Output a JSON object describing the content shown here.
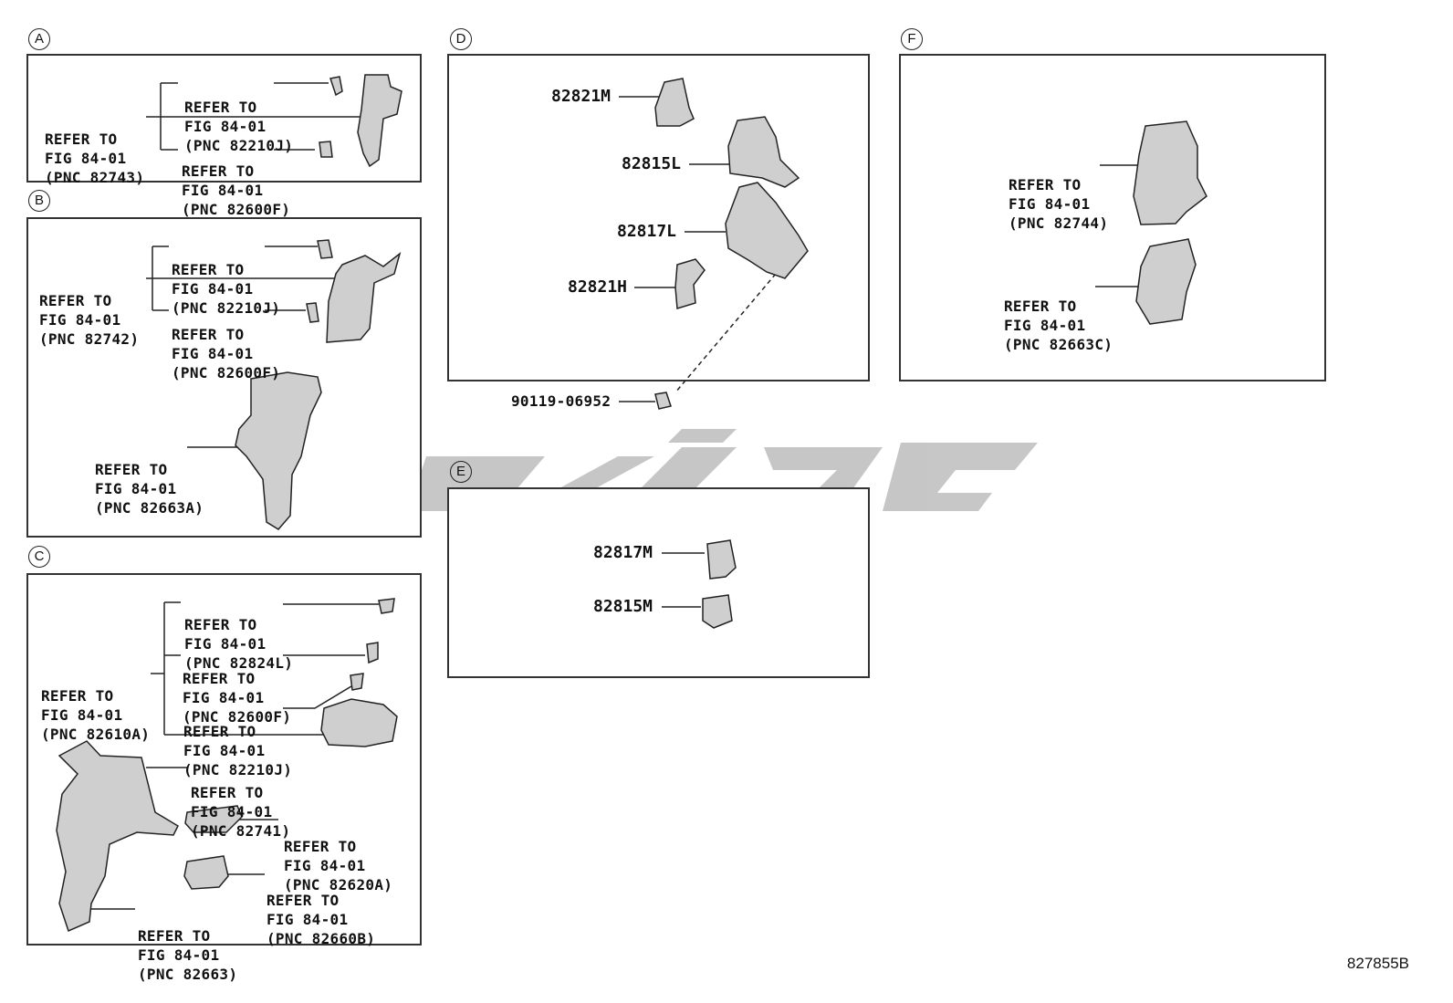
{
  "sections": {
    "A": "A",
    "B": "B",
    "C": "C",
    "D": "D",
    "E": "E",
    "F": "F"
  },
  "a": {
    "main": [
      "REFER TO",
      "FIG 84-01",
      "(PNC 82743)"
    ],
    "top": [
      "REFER TO",
      "FIG 84-01",
      "(PNC 82210J)"
    ],
    "bot": [
      "REFER TO",
      "FIG 84-01",
      "(PNC 82600F)"
    ]
  },
  "b": {
    "main": [
      "REFER TO",
      "FIG 84-01",
      "(PNC 82742)"
    ],
    "top": [
      "REFER TO",
      "FIG 84-01",
      "(PNC 82210J)"
    ],
    "bot": [
      "REFER TO",
      "FIG 84-01",
      "(PNC 82600F)"
    ],
    "low": [
      "REFER TO",
      "FIG 84-01",
      "(PNC 82663A)"
    ]
  },
  "c": {
    "main": [
      "REFER TO",
      "FIG 84-01",
      "(PNC 82610A)"
    ],
    "r1": [
      "REFER TO",
      "FIG 84-01",
      "(PNC 82824L)"
    ],
    "r2": [
      "REFER TO",
      "FIG 84-01",
      "(PNC 82600F)"
    ],
    "r3": [
      "REFER TO",
      "FIG 84-01",
      "(PNC 82210J)"
    ],
    "r4": [
      "REFER TO",
      "FIG 84-01",
      "(PNC 82741)"
    ],
    "r5": [
      "REFER TO",
      "FIG 84-01",
      "(PNC 82620A)"
    ],
    "r6": [
      "REFER TO",
      "FIG 84-01",
      "(PNC 82660B)"
    ],
    "r7": [
      "REFER TO",
      "FIG 84-01",
      "(PNC 82663)"
    ]
  },
  "d": {
    "p1": "82821M",
    "p2": "82815L",
    "p3": "82817L",
    "p4": "82821H",
    "bolt": "90119-06952"
  },
  "e": {
    "p1": "82817M",
    "p2": "82815M"
  },
  "f": {
    "top": [
      "REFER TO",
      "FIG 84-01",
      "(PNC 82744)"
    ],
    "bot": [
      "REFER TO",
      "FIG 84-01",
      "(PNC 82663C)"
    ]
  },
  "figure_code": "827855B"
}
